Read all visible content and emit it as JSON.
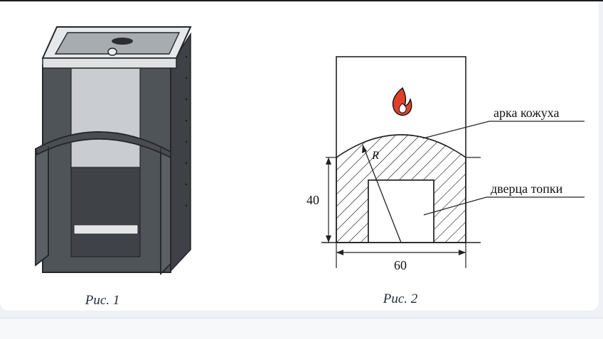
{
  "figure1": {
    "caption": "Рис. 1"
  },
  "figure2": {
    "caption": "Рис. 2",
    "callout_arch": "арка кожуха",
    "callout_door": "дверца топки",
    "dim_height": "40",
    "dim_width": "60",
    "radius_label": "R",
    "icons": [
      "flame-icon"
    ]
  },
  "colors": {
    "stove_dark": "#4f5459",
    "stove_light": "#c9cdd1",
    "flame": "#e0402a",
    "caption_text": "#1e2b3a"
  }
}
